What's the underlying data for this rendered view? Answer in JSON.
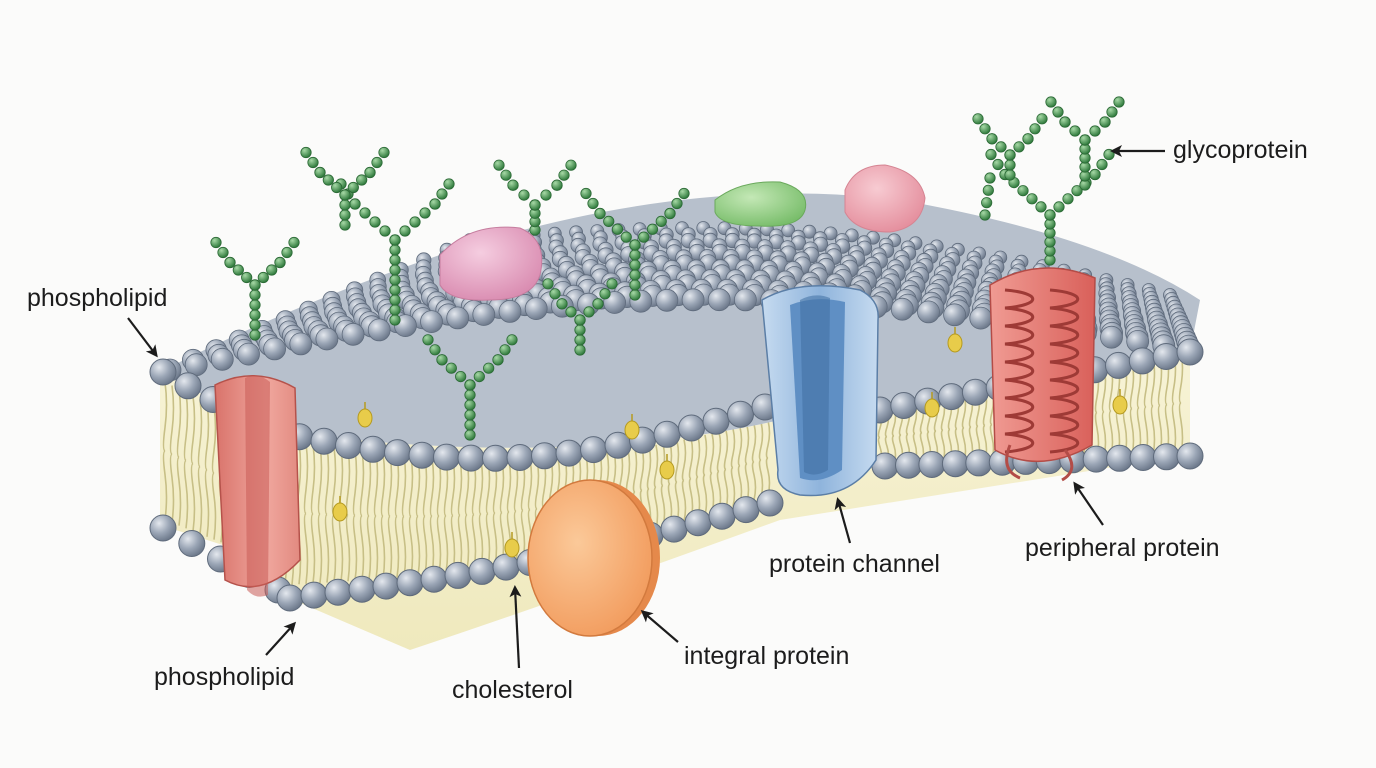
{
  "labels": {
    "phospholipid_top": "phospholipid",
    "phospholipid_bottom": "phospholipid",
    "cholesterol": "cholesterol",
    "integral_protein": "integral protein",
    "protein_channel": "protein channel",
    "peripheral_protein": "peripheral protein",
    "glycoprotein": "glycoprotein"
  },
  "colors": {
    "background": "#fbfbfa",
    "phospholipid_head": "#8e9aab",
    "phospholipid_head_edge": "#5f6b7c",
    "lipid_tail": "#c7bf86",
    "core": "#f5f1cf",
    "cholesterol": "#e8cc4a",
    "carbohydrate_chain": "#3e8f4b",
    "channel_protein": "#8fb4dc",
    "integral_protein": "#f5b079",
    "helix_protein": "#e0706a",
    "left_protein": "#e28a80",
    "pink_protein": "#e9a9c4",
    "green_protein": "#9ad08a",
    "rose_protein": "#efaab6",
    "arrow": "#1c1c1c"
  }
}
